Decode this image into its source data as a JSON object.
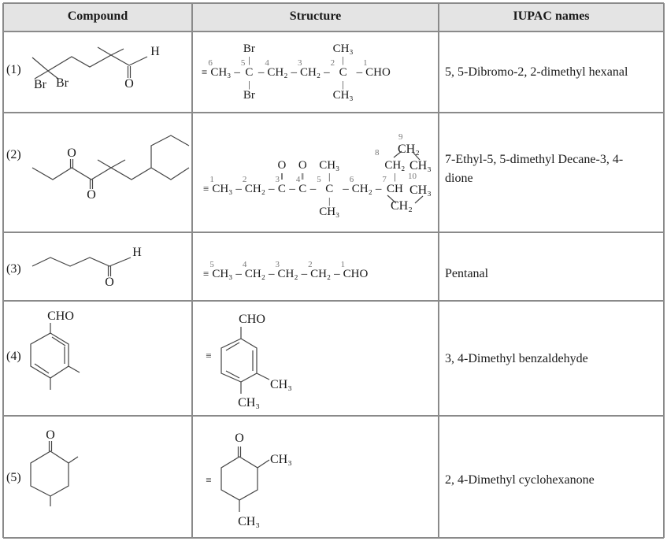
{
  "header": {
    "compound": "Compound",
    "structure": "Structure",
    "iupac": "IUPAC names"
  },
  "rows": [
    {
      "number": "(1)",
      "compound_labels": {
        "br1": "Br",
        "br2": "Br",
        "o": "O",
        "h": "H"
      },
      "structure": [
        {
          "t": "≡"
        },
        {
          "t": "CH₃",
          "n": "6"
        },
        {
          "t": "–"
        },
        {
          "t": "C",
          "n": "5",
          "up": "Br",
          "down": "Br"
        },
        {
          "t": "–"
        },
        {
          "t": "CH₂",
          "n": "4"
        },
        {
          "t": "–"
        },
        {
          "t": "CH₂",
          "n": "3"
        },
        {
          "t": "–"
        },
        {
          "t": "C",
          "n": "2",
          "up": "CH₃",
          "down": "CH₃"
        },
        {
          "t": "–"
        },
        {
          "t": "CHO",
          "n": "1"
        }
      ],
      "name": "5, 5-Dibromo-2, 2-dimethyl hexanal"
    },
    {
      "number": "(2)",
      "compound_labels": {
        "o1": "O",
        "o2": "O"
      },
      "structure": [
        {
          "t": "≡"
        },
        {
          "t": "CH₃",
          "n": "1"
        },
        {
          "t": "–"
        },
        {
          "t": "CH₂",
          "n": "2"
        },
        {
          "t": "–"
        },
        {
          "t": "C",
          "n": "3",
          "up": "O",
          "dbl": true
        },
        {
          "t": "–"
        },
        {
          "t": "C",
          "n": "4",
          "up": "O",
          "dbl": true
        },
        {
          "t": "–"
        },
        {
          "t": "C",
          "n": "5",
          "up": "CH₃",
          "down": "CH₃"
        },
        {
          "t": "–"
        },
        {
          "t": "CH₂",
          "n": "6"
        },
        {
          "t": "–"
        },
        {
          "t": "CH",
          "n": "7",
          "up": "CH₂"
        }
      ],
      "ring": {
        "n8": "8",
        "n9": "9",
        "ch2_9": "CH₂",
        "ch3_top": "CH₃",
        "n10": "10",
        "ch3_bottom": "CH₃",
        "ch2_bottom": "CH₂"
      },
      "name": "7-Ethyl-5, 5-dimethyl Decane-3, 4-dione"
    },
    {
      "number": "(3)",
      "compound_labels": {
        "o": "O",
        "h": "H"
      },
      "structure": [
        {
          "t": "≡"
        },
        {
          "t": "CH₃",
          "n": "5"
        },
        {
          "t": "–"
        },
        {
          "t": "CH₂",
          "n": "4"
        },
        {
          "t": "–"
        },
        {
          "t": "CH₂",
          "n": "3"
        },
        {
          "t": "–"
        },
        {
          "t": "CH₂",
          "n": "2"
        },
        {
          "t": "–"
        },
        {
          "t": "CHO",
          "n": "1"
        }
      ],
      "name": "Pentanal"
    },
    {
      "number": "(4)",
      "compound_labels": {
        "cho": "CHO"
      },
      "structure_labels": {
        "equiv": "≡",
        "cho": "CHO",
        "ch3_3": "CH₃",
        "ch3_4": "CH₃"
      },
      "name": "3, 4-Dimethyl benzaldehyde"
    },
    {
      "number": "(5)",
      "compound_labels": {
        "o": "O"
      },
      "structure_labels": {
        "equiv": "≡",
        "o": "O",
        "ch3_2": "CH₃",
        "ch3_4": "CH₃"
      },
      "name": "2, 4-Dimethyl cyclohexanone"
    }
  ]
}
